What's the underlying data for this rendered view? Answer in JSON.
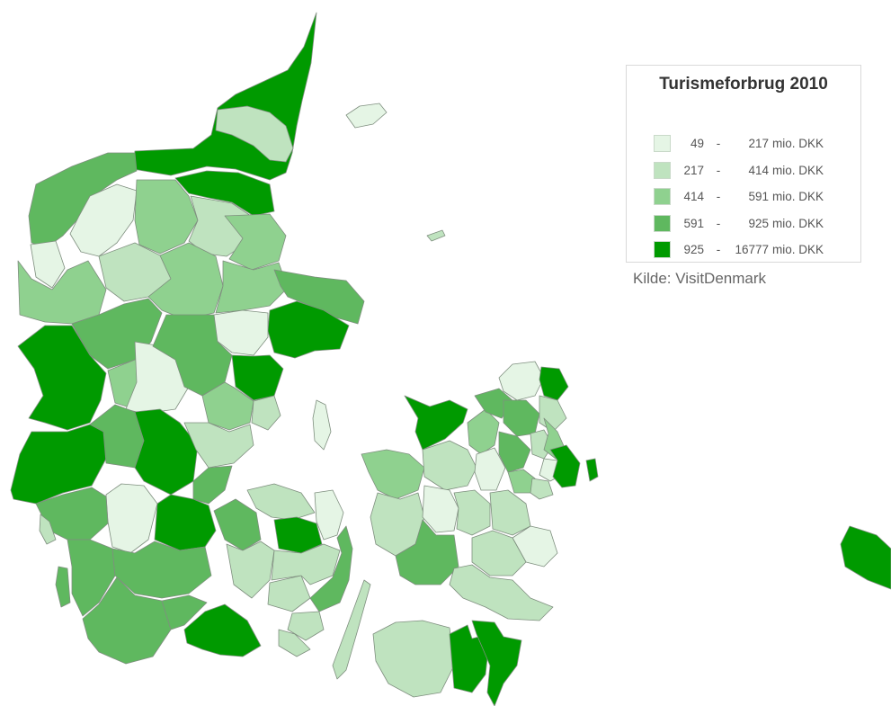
{
  "legend": {
    "title": "Turismeforbrug 2010",
    "classes": [
      {
        "lo": "49",
        "hi": "217",
        "unit": "mio. DKK",
        "color": "#e5f5e5"
      },
      {
        "lo": "217",
        "hi": "414",
        "unit": "mio. DKK",
        "color": "#bfe3bf"
      },
      {
        "lo": "414",
        "hi": "591",
        "unit": "mio. DKK",
        "color": "#8fd18f"
      },
      {
        "lo": "591",
        "hi": "925",
        "unit": "mio. DKK",
        "color": "#5fb85f"
      },
      {
        "lo": "925",
        "hi": "16777",
        "unit": "mio. DKK",
        "color": "#009a00"
      }
    ],
    "separator": "-"
  },
  "source": "Kilde: VisitDenmark",
  "colors": {
    "c1": "#e5f5e5",
    "c2": "#bfe3bf",
    "c3": "#8fd18f",
    "c4": "#5fb85f",
    "c5": "#009a00",
    "border": "#7f8f7f",
    "background": "#ffffff"
  }
}
